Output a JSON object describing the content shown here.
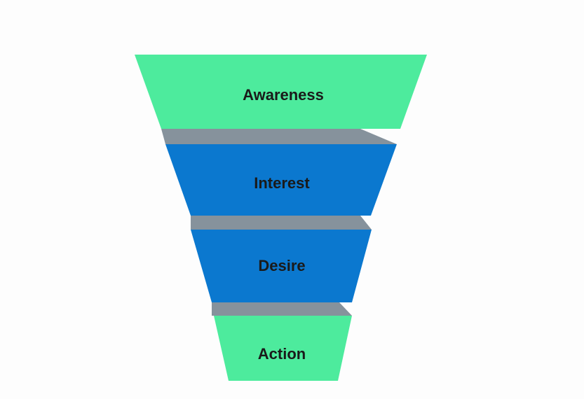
{
  "funnel": {
    "stages": [
      {
        "label": "Awareness",
        "color": "#4deb9d"
      },
      {
        "label": "Interest",
        "color": "#0b78cf"
      },
      {
        "label": "Desire",
        "color": "#0b78cf"
      },
      {
        "label": "Action",
        "color": "#4deb9d"
      }
    ],
    "connector_color": "#86929c"
  }
}
